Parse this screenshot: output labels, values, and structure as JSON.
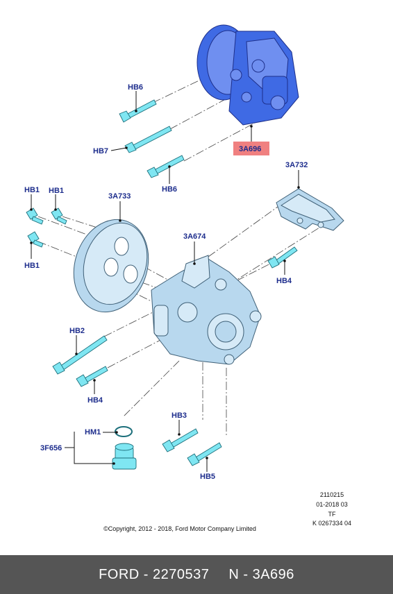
{
  "labels": {
    "hb6_top": "HB6",
    "hb7": "HB7",
    "hb6_bottom": "HB6",
    "part_3a696": "3A696",
    "part_3a732": "3A732",
    "hb1_a": "HB1",
    "hb1_b": "HB1",
    "hb1_c": "HB1",
    "part_3a733": "3A733",
    "part_3a674": "3A674",
    "hb4_right": "HB4",
    "hb2": "HB2",
    "hb4_left": "HB4",
    "hm1": "HM1",
    "part_3f656": "3F656",
    "hb3": "HB3",
    "hb5": "HB5"
  },
  "meta": {
    "line1": "2110215",
    "line2": "01-2018 03",
    "line3": "TF",
    "line4": "K 0267334 04"
  },
  "copyright": "©Copyright, 2012 - 2018, Ford Motor Company Limited",
  "footer": {
    "brand_part": "FORD - 2270537",
    "ref": "N - 3A696"
  },
  "colors": {
    "highlight": "#f08080",
    "label_text": "#1c2c8c",
    "footer_bg": "#555555"
  }
}
